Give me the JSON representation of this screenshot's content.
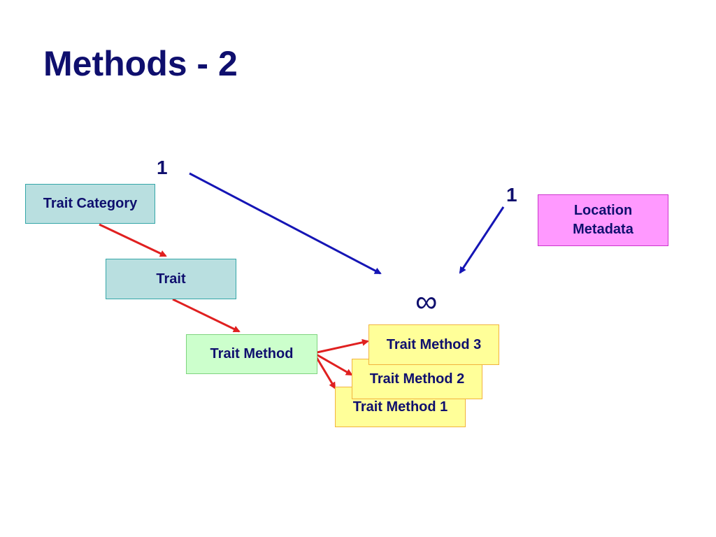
{
  "title": "Methods - 2",
  "nodes": {
    "trait_category": "Trait Category",
    "trait": "Trait",
    "trait_method": "Trait Method",
    "trait_method_3": "Trait Method 3",
    "trait_method_2": "Trait Method 2",
    "trait_method_1": "Trait Method 1",
    "location_metadata_line1": "Location",
    "location_metadata_line2": "Metadata"
  },
  "cardinality": {
    "left_one": "1",
    "right_one": "1",
    "many": "∞"
  },
  "colors": {
    "title_text": "#0f0f6e",
    "teal_fill": "#b9dfe0",
    "green_fill": "#ccffcc",
    "yellow_fill": "#ffff99",
    "pink_fill": "#ff99ff",
    "red_arrow": "#e02020",
    "blue_arrow": "#1515b5"
  }
}
